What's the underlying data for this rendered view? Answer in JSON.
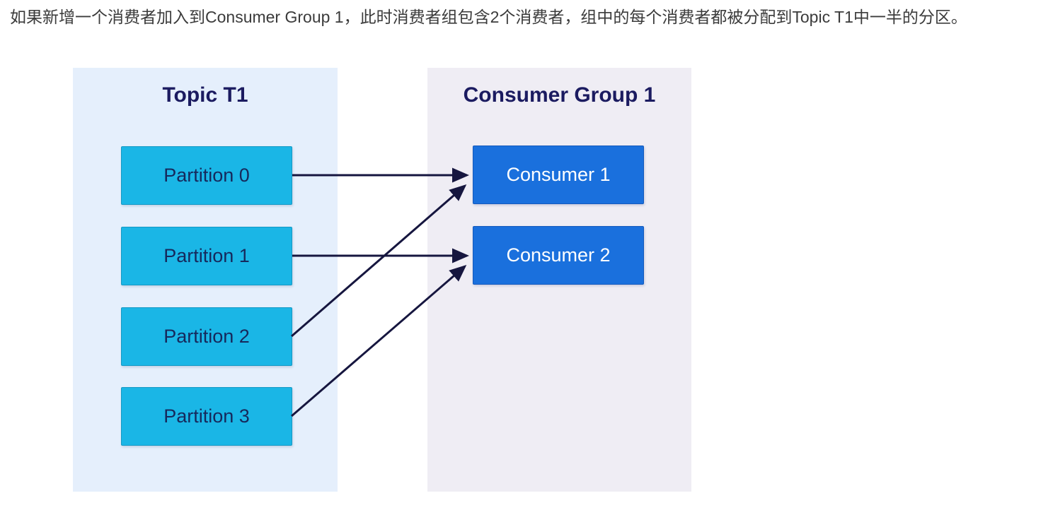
{
  "description": "如果新增一个消费者加入到Consumer Group 1，此时消费者组包含2个消费者，组中的每个消费者都被分配到Topic T1中一半的分区。",
  "diagram": {
    "topic_panel": {
      "title": "Topic T1",
      "partitions": [
        "Partition 0",
        "Partition 1",
        "Partition 2",
        "Partition 3"
      ]
    },
    "consumer_panel": {
      "title": "Consumer Group 1",
      "consumers": [
        "Consumer 1",
        "Consumer 2"
      ]
    },
    "assignments": [
      {
        "from": "Partition 0",
        "to": "Consumer 1"
      },
      {
        "from": "Partition 1",
        "to": "Consumer 2"
      },
      {
        "from": "Partition 2",
        "to": "Consumer 1"
      },
      {
        "from": "Partition 3",
        "to": "Consumer 2"
      }
    ],
    "colors": {
      "topic_panel_bg": "#e5effc",
      "consumer_panel_bg": "#efedf4",
      "partition_fill": "#1ab6e6",
      "partition_text": "#16295c",
      "consumer_fill": "#1a70dd",
      "consumer_text": "#ffffff",
      "title_text": "#1b1b60",
      "arrow": "#16163f",
      "caption_text": "#3b3b3b"
    }
  }
}
